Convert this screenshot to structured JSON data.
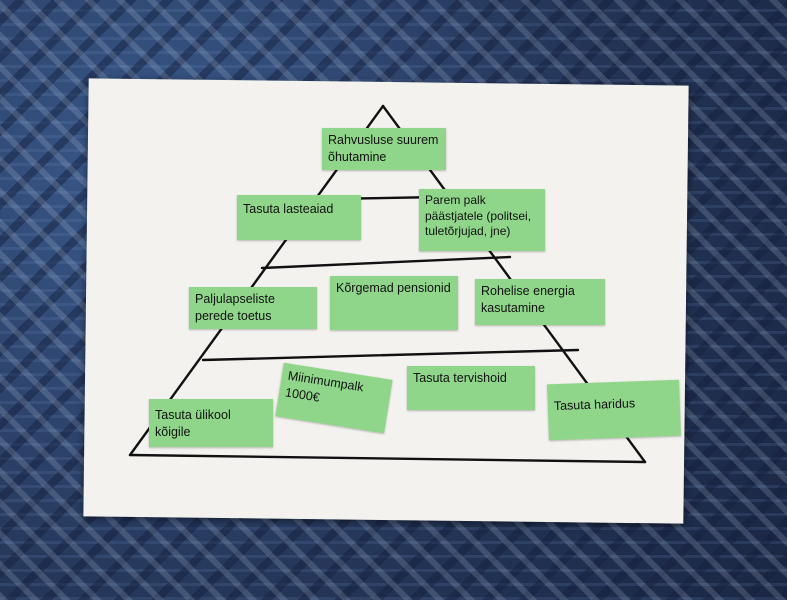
{
  "notes": {
    "n1": "Rahvusluse suurem õhutamine",
    "n2": "Tasuta lasteaiad",
    "n3": "Parem palk päästjatele (politsei, tuletõrjujad, jne)",
    "n4": "Paljulapseliste perede toetus",
    "n5": "Kõrgemad pensionid",
    "n6": "Rohelise energia kasutamine",
    "n7": "Miinimumpalk 1000€",
    "n8": "Tasuta tervishoid",
    "n9": "Tasuta ülikool kõigile",
    "n10": "Tasuta haridus"
  },
  "colors": {
    "note_green": "#8fd68a",
    "paper": "#f3f2ee",
    "ink": "#111111"
  }
}
